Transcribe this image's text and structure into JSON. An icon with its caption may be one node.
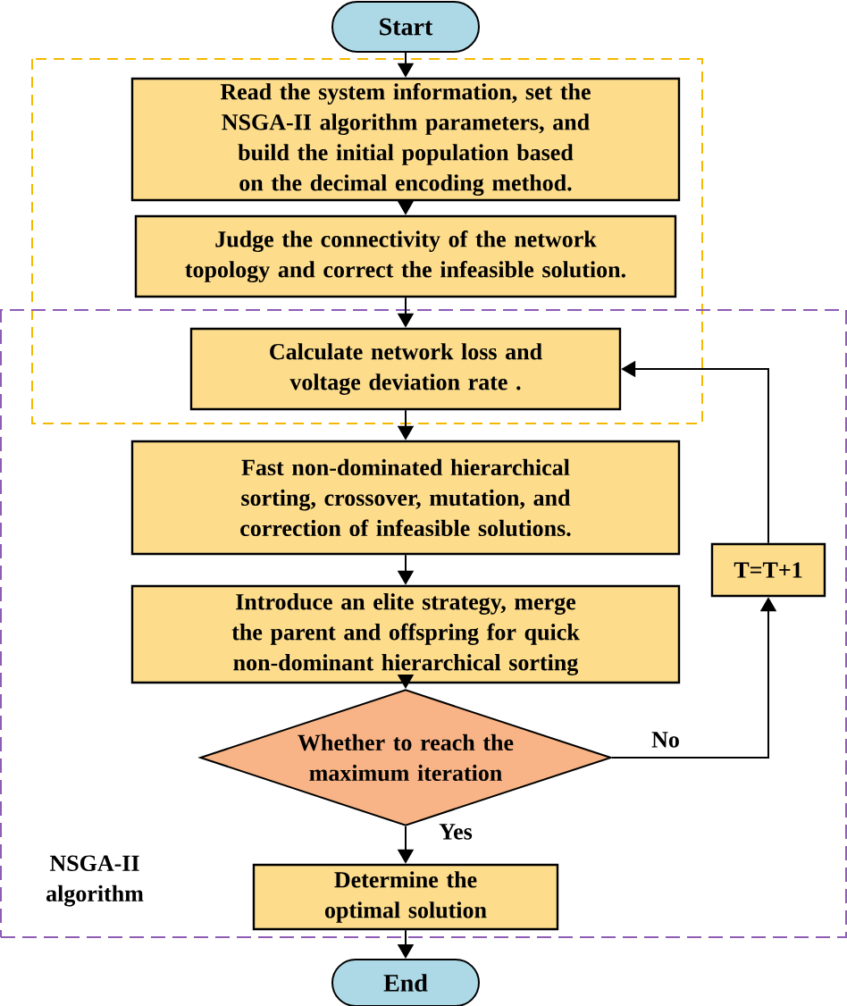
{
  "diagram": {
    "nodes": [
      {
        "text": [
          "Start"
        ]
      },
      {
        "text": [
          "Read the system information, set the NSGA-II algorithm parameters, and build the initial population based on the decimal encoding method."
        ]
      },
      {
        "text": [
          "Judge the connectivity of the network topology and correct the infeasible solution."
        ]
      },
      {
        "text": [
          "NSGA-II algorithm"
        ]
      },
      {
        "text": [
          "Calculate network loss and voltage deviation rate ."
        ],
        "in": 3
      },
      {
        "text": [
          "Fast non-dominated hierarchical sorting, crossover, mutation, and correction of infeasible solutions."
        ],
        "in": 3
      },
      {
        "text": [
          "Introduce an elite strategy, merge the parent and offspring for quick non-dominant hierarchical sorting"
        ],
        "in": 3
      },
      {
        "text": [
          "Whether to reach the maximum iteration"
        ],
        "in": 3
      },
      {
        "text": [
          "T=T+1"
        ],
        "in": 3
      },
      {
        "text": [
          "Determine the optimal solution"
        ],
        "in": 3
      },
      {
        "text": [
          "End"
        ]
      }
    ],
    "edges": [
      {
        "from": 0,
        "to": 1,
        "arrow": "to"
      },
      {
        "from": 1,
        "to": 2,
        "arrow": "to"
      },
      {
        "from": 2,
        "to": 4,
        "arrow": "to"
      },
      {
        "from": 4,
        "to": 5,
        "arrow": "to"
      },
      {
        "from": 5,
        "to": 6,
        "arrow": "to"
      },
      {
        "from": 6,
        "to": 7,
        "arrow": "to"
      },
      {
        "from": 7,
        "to": 8,
        "arrow": "to",
        "label": "No"
      },
      {
        "from": 8,
        "to": 4,
        "arrow": "to"
      },
      {
        "from": 7,
        "to": 9,
        "arrow": "to",
        "label": "Yes"
      },
      {
        "from": 9,
        "to": 10,
        "arrow": "to"
      }
    ]
  }
}
